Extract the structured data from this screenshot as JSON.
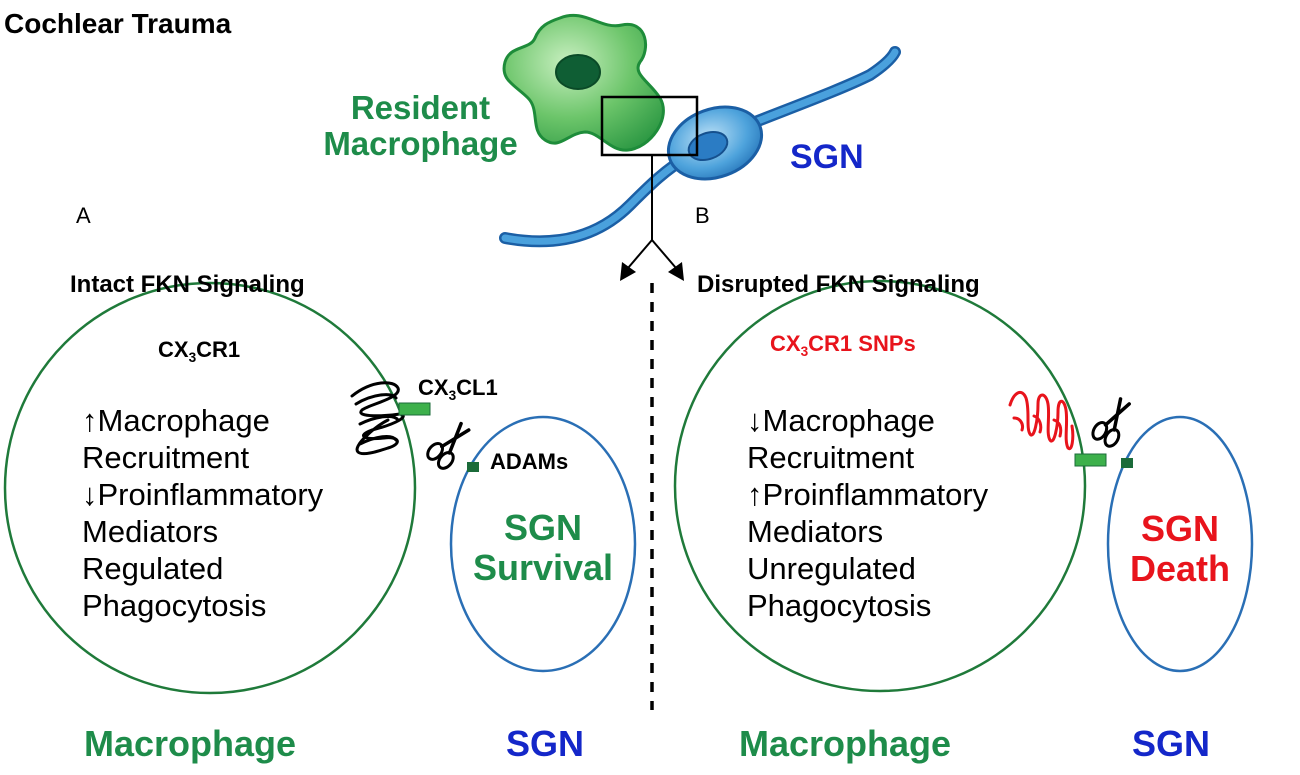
{
  "title": "Cochlear Trauma",
  "top": {
    "macrophage_label_line1": "Resident",
    "macrophage_label_line2": "Macrophage",
    "sgn_label": "SGN"
  },
  "panel_a": {
    "letter": "A",
    "heading": "Intact FKN Signaling",
    "receptor_prefix": "CX",
    "receptor_sub": "3",
    "receptor_suffix": "CR1",
    "ligand_prefix": "CX",
    "ligand_sub": "3",
    "ligand_suffix": "CL1",
    "protease": "ADAMs",
    "effects": [
      "↑Macrophage",
      "Recruitment",
      "↓Proinflammatory",
      "Mediators",
      "Regulated",
      "Phagocytosis"
    ],
    "outcome_line1": "SGN",
    "outcome_line2": "Survival",
    "macrophage_caption": "Macrophage",
    "sgn_caption": "SGN"
  },
  "panel_b": {
    "letter": "B",
    "heading": "Disrupted FKN Signaling",
    "receptor_prefix": "CX",
    "receptor_sub": "3",
    "receptor_suffix": "CR1 SNPs",
    "effects": [
      "↓Macrophage",
      "Recruitment",
      "↑Proinflammatory",
      "Mediators",
      "Unregulated",
      "Phagocytosis"
    ],
    "outcome_line1": "SGN",
    "outcome_line2": "Death",
    "macrophage_caption": "Macrophage",
    "sgn_caption": "SGN"
  },
  "icons": {
    "scissors_a": "scissors-icon",
    "scissors_b": "scissors-icon"
  },
  "colors": {
    "macrophage_green": "#1e8c4a",
    "cell_outline_green": "#1f7a3a",
    "sgn_blue": "#1427c9",
    "sgn_outline_blue": "#2a6fb5",
    "snp_red": "#e8141c",
    "ligand_green": "#3db04b",
    "ligand_dark": "#1b6b3a"
  }
}
